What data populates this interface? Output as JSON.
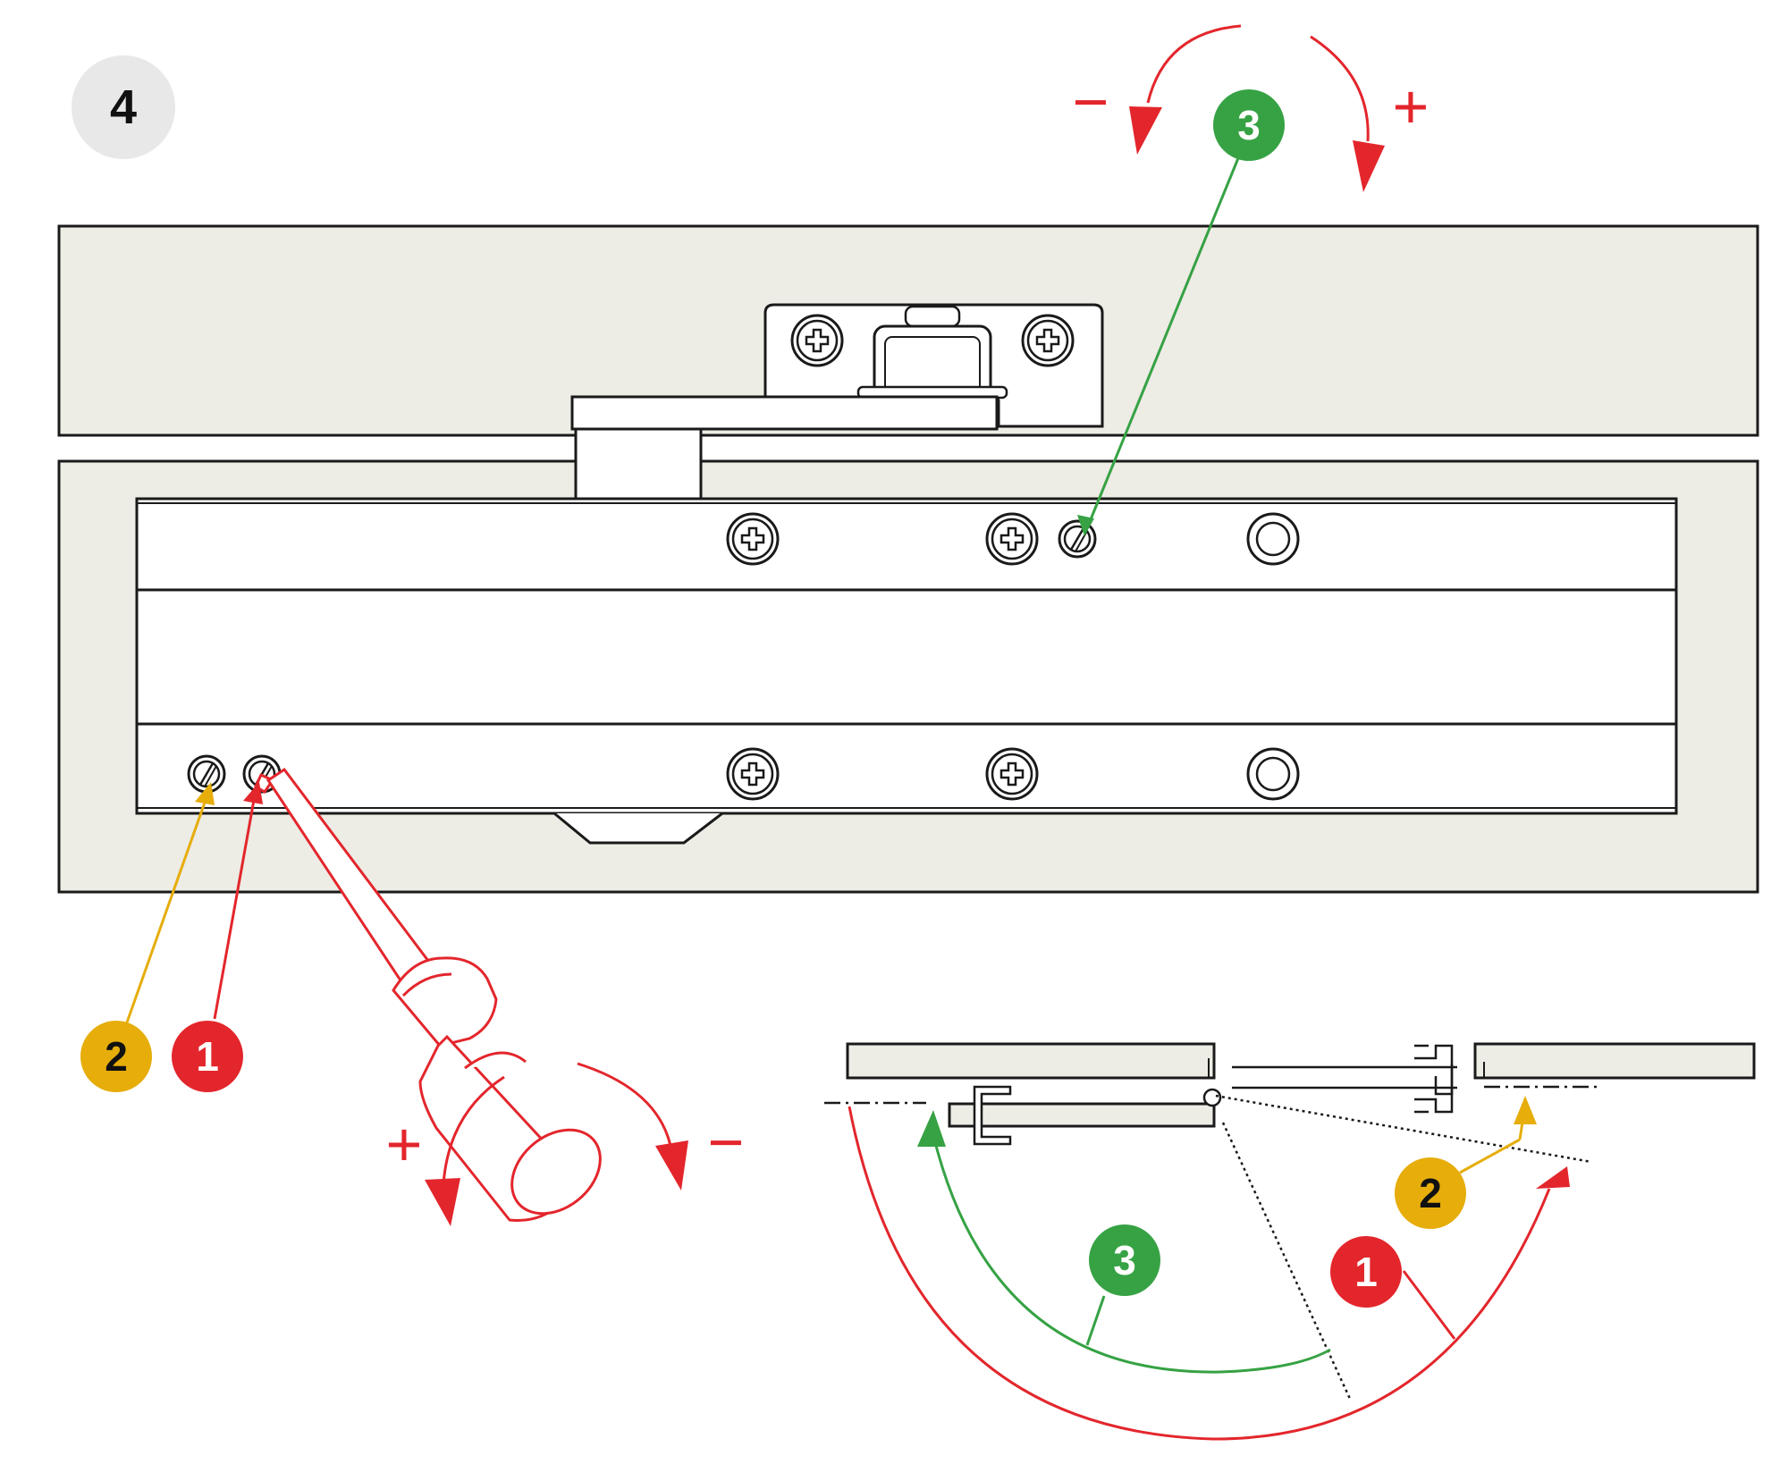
{
  "step": {
    "number": "4"
  },
  "markers": {
    "top_speed": "3",
    "lower_latch": "2",
    "lower_closing": "1",
    "plan_closing": "1",
    "plan_latch": "2",
    "plan_speed": "3"
  },
  "signs": {
    "minus": "−",
    "plus": "+"
  },
  "colors": {
    "red": "#e3262c",
    "green": "#36a244",
    "yellow": "#e6ad0b",
    "grey_badge": "#e8e8e8",
    "body_fill": "#edece5",
    "line": "#1a1a1a"
  }
}
